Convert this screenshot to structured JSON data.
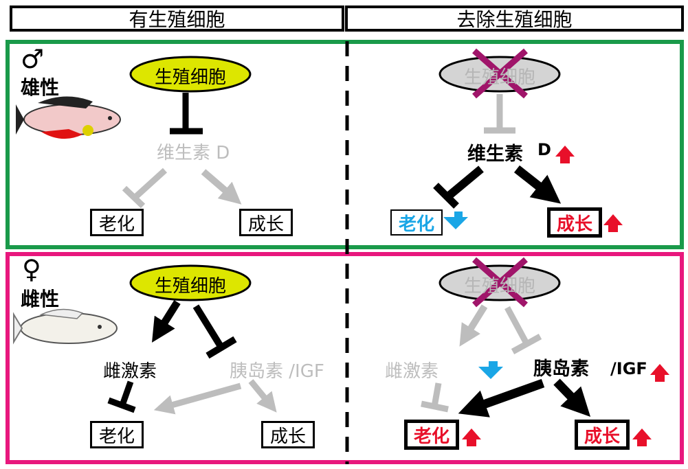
{
  "headers": {
    "left": "有生殖细胞",
    "right": "去除生殖细胞"
  },
  "colors": {
    "male_frame": "#1a9a4a",
    "female_frame": "#e8177d",
    "germ_fill": "#dde600",
    "inactive_gray": "#bdbdbd",
    "up_arrow": "#e8102a",
    "down_arrow": "#1aa6e6",
    "cross": "#a0156a"
  },
  "male": {
    "symbol": "♂",
    "label": "雄性",
    "left": {
      "germ": "生殖细胞",
      "vitd": "维生素 D",
      "aging": "老化",
      "growth": "成长"
    },
    "right": {
      "germ": "生殖细胞",
      "vitd": "维生素",
      "vitd_suffix": "D",
      "aging": "老化",
      "growth": "成长"
    }
  },
  "female": {
    "symbol": "♀",
    "label": "雌性",
    "left": {
      "germ": "生殖细胞",
      "estrogen": "雌激素",
      "insulin": "胰岛素 /IGF",
      "aging": "老化",
      "growth": "成长"
    },
    "right": {
      "germ": "生殖细胞",
      "estrogen": "雌激素",
      "insulin": "胰岛素",
      "insulin_suffix": "/IGF",
      "aging": "老化",
      "growth": "成长"
    }
  }
}
